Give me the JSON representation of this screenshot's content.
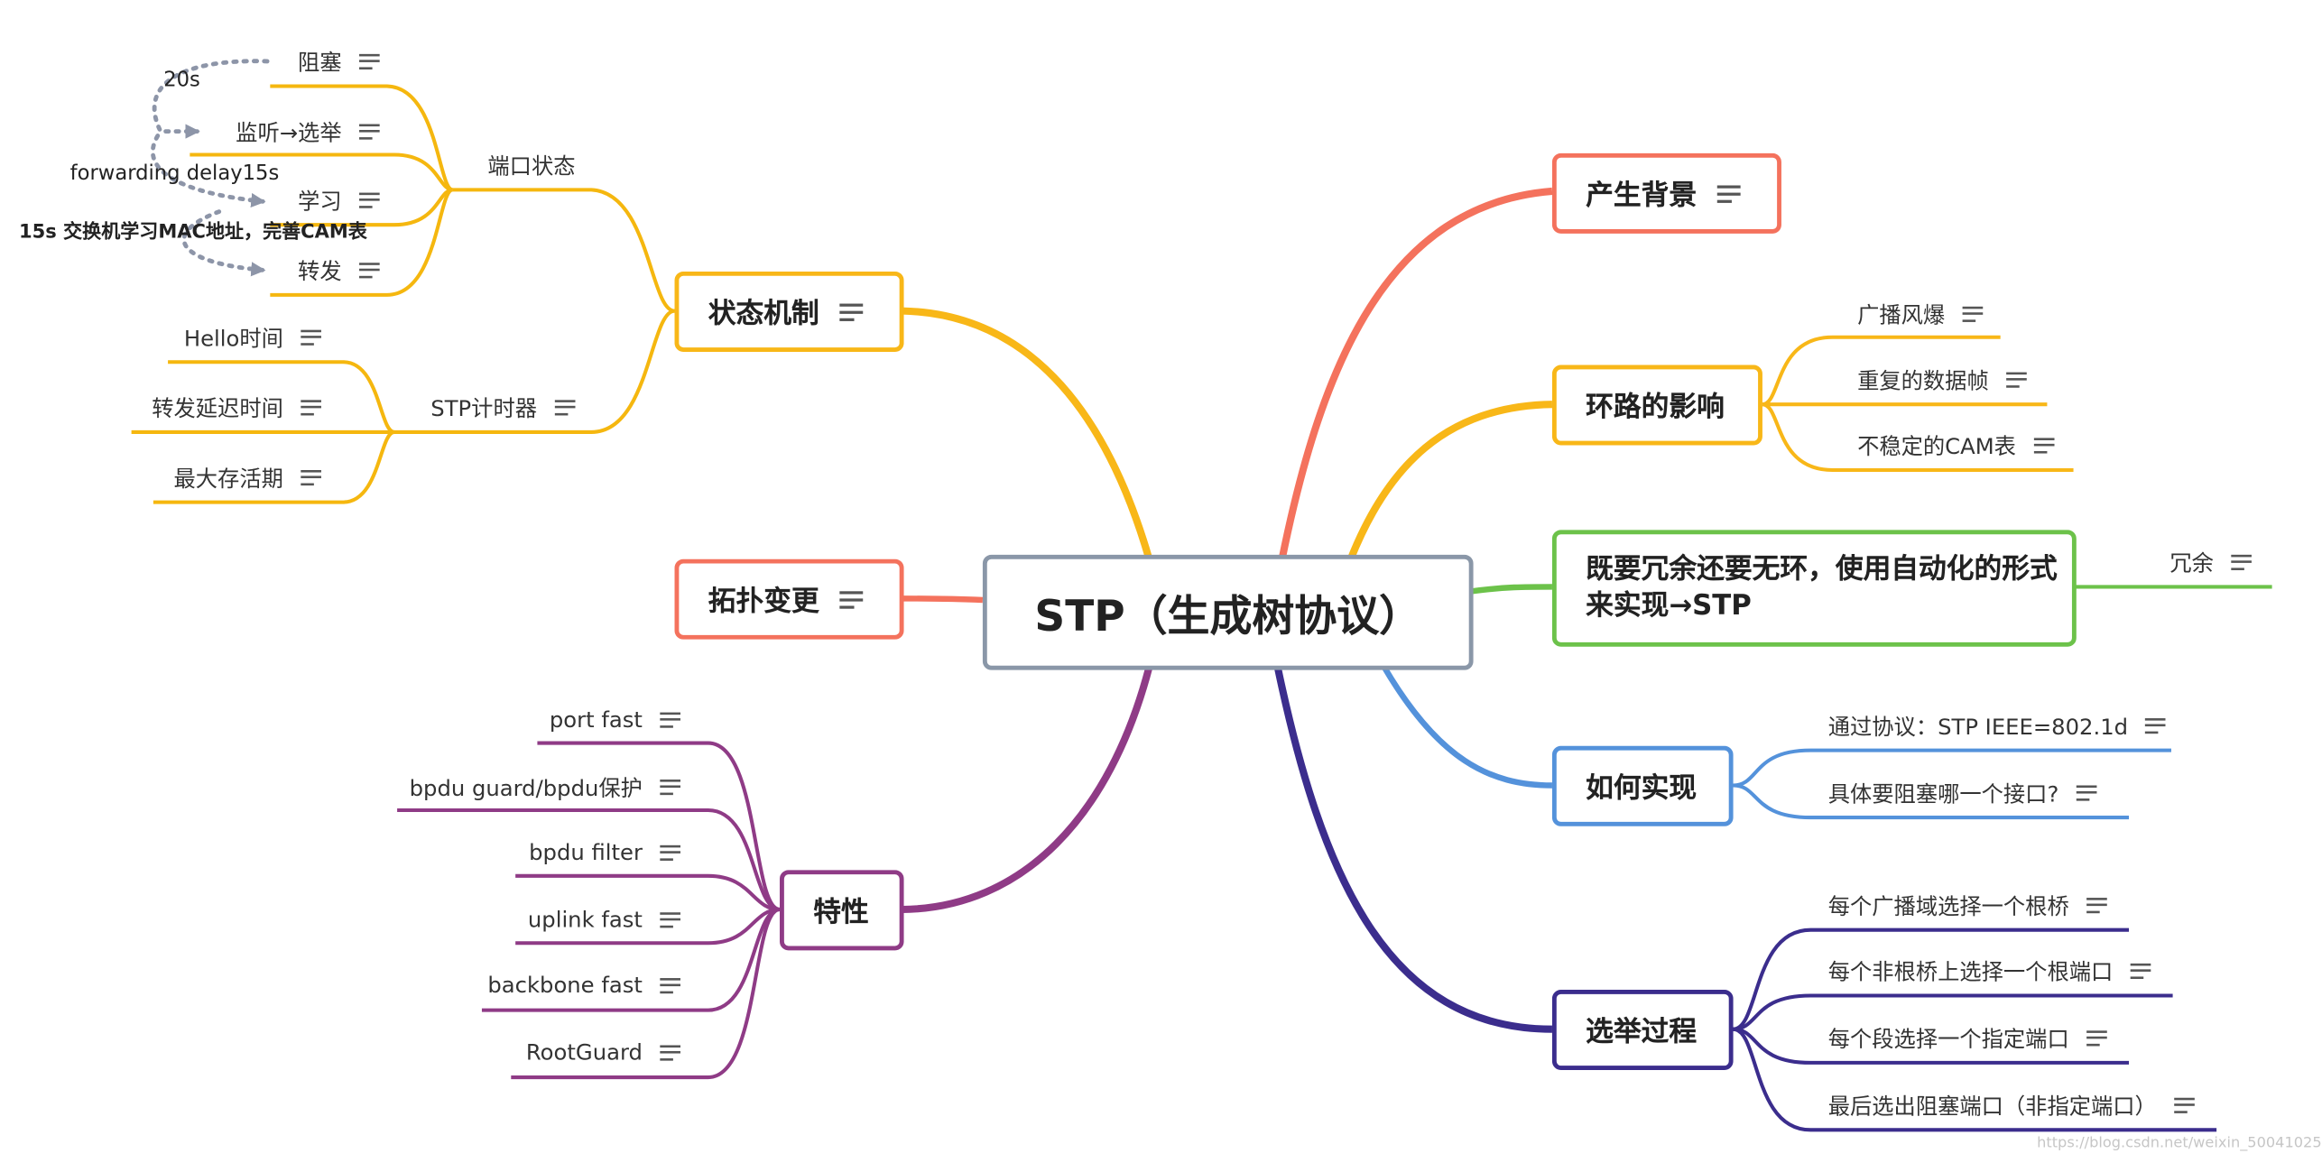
{
  "root": {
    "label": "STP（生成树协议）"
  },
  "colors": {
    "root_border": "#8a97a8",
    "bg_red": "#f4725d",
    "loop_orange": "#f8b718",
    "green": "#6cc24a",
    "blue": "#5492db",
    "indigo": "#3b2d8d",
    "purple": "#8f3b86",
    "status_yellow": "#f5b70f",
    "topo_red": "#f4725d",
    "dotted": "#8d95a8"
  },
  "right": {
    "background": {
      "label": "产生背景"
    },
    "loop": {
      "label": "环路的影响",
      "children": [
        "广播风爆",
        "重复的数据帧",
        "不稳定的CAM表"
      ]
    },
    "redundancy": {
      "label": "既要冗余还要无环，使用自动化的形式来实现→STP",
      "children": [
        "冗余"
      ]
    },
    "how": {
      "label": "如何实现",
      "children": [
        "通过协议：STP  IEEE=802.1d",
        "具体要阻塞哪一个接口?"
      ]
    },
    "election": {
      "label": "选举过程",
      "children": [
        "每个广播域选择一个根桥",
        "每个非根桥上选择一个根端口",
        "每个段选择一个指定端口",
        "最后选出阻塞端口（非指定端口）"
      ]
    }
  },
  "left": {
    "status": {
      "label": "状态机制",
      "port_state": {
        "label": "端口状态",
        "children": [
          "阻塞",
          "监听→选举",
          "学习",
          "转发"
        ]
      },
      "stp_timer": {
        "label": "STP计时器",
        "children": [
          "Hello时间",
          "转发延迟时间",
          "最大存活期"
        ]
      }
    },
    "topology": {
      "label": "拓扑变更"
    },
    "features": {
      "label": "特性",
      "children": [
        "port fast",
        "bpdu guard/bpdu保护",
        "bpdu filter",
        "uplink fast",
        "backbone fast",
        "RootGuard"
      ]
    }
  },
  "annotations": {
    "a20s": "20s",
    "forwarding": "forwarding delay15s",
    "cam": "15s 交换机学习MAC地址，完善CAM表"
  },
  "watermark": "https://blog.csdn.net/weixin_50041025"
}
